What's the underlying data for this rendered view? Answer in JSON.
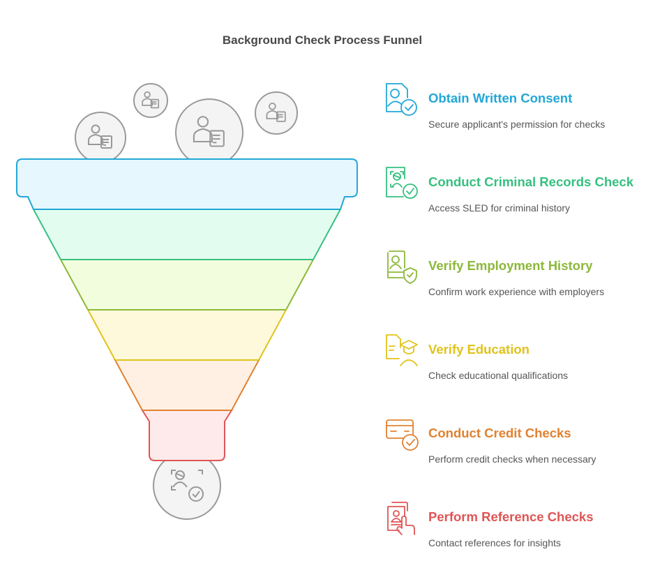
{
  "title": "Background Check Process Funnel",
  "funnel": {
    "input_icon": "applicant-document-icon",
    "output_icon": "verified-person-check-icon",
    "layer_count": 6
  },
  "steps": [
    {
      "label": "Obtain Written Consent",
      "description": "Secure applicant's permission for checks",
      "color": "#22a7d6",
      "fill": "#e6f7fd",
      "icon": "consent-document-check-icon"
    },
    {
      "label": "Conduct Criminal Records Check",
      "description": "Access SLED for criminal history",
      "color": "#36c080",
      "fill": "#e2fdf0",
      "icon": "face-scan-check-icon"
    },
    {
      "label": "Verify Employment History",
      "description": "Confirm work experience with employers",
      "color": "#8cb83a",
      "fill": "#f1fddd",
      "icon": "employee-badge-shield-icon"
    },
    {
      "label": "Verify Education",
      "description": "Check educational qualifications",
      "color": "#e0c31a",
      "fill": "#fef9da",
      "icon": "graduate-document-icon"
    },
    {
      "label": "Conduct Credit Checks",
      "description": "Perform credit checks when necessary",
      "color": "#e08230",
      "fill": "#fff0e3",
      "icon": "credit-card-check-icon"
    },
    {
      "label": "Perform Reference Checks",
      "description": "Contact references for insights",
      "color": "#e05555",
      "fill": "#feeaea",
      "icon": "reference-contact-hand-icon"
    }
  ]
}
